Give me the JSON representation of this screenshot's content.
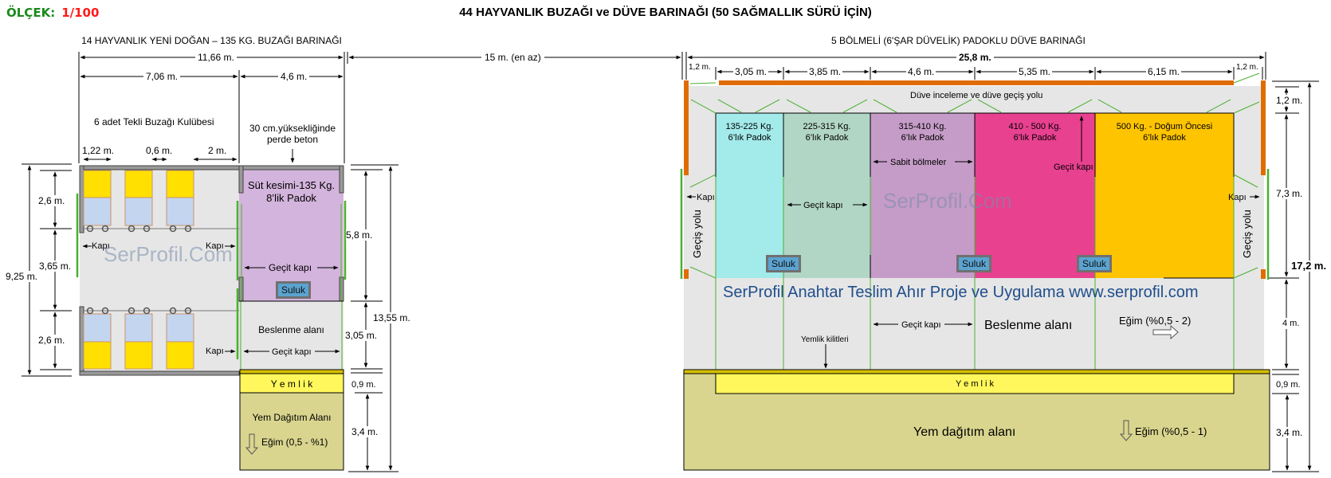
{
  "scale": {
    "label": "ÖLÇEK:",
    "value": "1/100"
  },
  "title": "44 HAYVANLIK BUZAĞI ve DÜVE BARINAĞI (50 SAĞMALLIK SÜRÜ İÇİN)",
  "colors": {
    "wall_orange": "#e06c00",
    "door_green": "#4cb030",
    "wall_grey": "#8c8c8c",
    "floor_grey": "#e6e6e6",
    "hutch_yellow": "#ffe000",
    "hutch_blue": "#c4d5f0",
    "calf_padock": "#d3b4dc",
    "padock1": "#a3eaea",
    "padock2": "#b2d6c6",
    "padock3": "#c59cc7",
    "padock4": "#e84190",
    "padock5": "#ffc400",
    "yemlik": "#fff75c",
    "feed_area": "#d9d58e",
    "suluk": "#5ba3d0"
  },
  "calf_barn": {
    "title": "14 HAYVANLIK YENİ DOĞAN – 135 KG. BUZAĞI BARINAĞI",
    "dim_total_width": "11,66 m.",
    "dim_hutch_section": "7,06 m.",
    "dim_padock_section": "4,6 m.",
    "hutch_label": "6 adet Tekli Buzağı Kulübesi",
    "wall_note": "30 cm.yüksekliğinde perde beton",
    "dim_hutch_width": "1,22 m.",
    "dim_hutch_gap": "0,6 m.",
    "dim_aisle": "2 m.",
    "dim_hutch_depth_top": "2,6 m.",
    "dim_middle_aisle": "3,65 m.",
    "dim_hutch_depth_bottom": "2,6 m.",
    "dim_total_depth": "9,25 m.",
    "door_left": "Kapı",
    "door_right_top": "Kapı",
    "door_right_bottom": "Kapı",
    "padock_label": "Süt kesimi-135 Kg. 8’lik Padok",
    "padock_gate": "Geçit kapı",
    "suluk": "Suluk",
    "feeding_label": "Beslenme alanı",
    "feeding_gate": "Geçit kapı",
    "yemlik": "Y e m l i k",
    "feed_area": "Yem Dağıtım Alanı",
    "slope": "Eğim (0,5 - %1)",
    "dim_padock_depth": "5,8 m.",
    "dim_feeding_depth": "3,05 m.",
    "dim_yemlik_depth": "0,9 m.",
    "dim_feed_area_depth": "3,4 m.",
    "dim_total_length": "13,55 m.",
    "watermark": "SerProfil.Com"
  },
  "spacing": {
    "dim_between": "15 m. (en az)"
  },
  "heifer_barn": {
    "title": "5 BÖLMELİ (6'ŞAR DÜVELİK) PADOKLU DÜVE BARINAĞI",
    "dim_total_width": "25,8 m.",
    "dim_left_margin": "1,2 m.",
    "dim_right_margin": "1,2 m.",
    "widths": [
      "3,05 m.",
      "3,85 m.",
      "4,6 m.",
      "5,35 m.",
      "6,15 m."
    ],
    "inspection_lane": "Düve inceleme ve düve geçiş yolu",
    "padocks": [
      {
        "weight": "135-225 Kg.",
        "label": "6’lık Padok"
      },
      {
        "weight": "225-315 Kg.",
        "label": "6’lık Padok"
      },
      {
        "weight": "315-410 Kg.",
        "label": "6’lık Padok"
      },
      {
        "weight": "410 - 500 Kg.",
        "label": "6’lık Padok"
      },
      {
        "weight": "500 Kg. - Doğum Öncesi",
        "label": "6’lık Padok"
      }
    ],
    "fixed_partitions": "Sabit bölmeler",
    "gate_top": "Geçit kapı",
    "gate_mid": "Geçit kapı",
    "gate_feeding": "Geçit kapı",
    "side_lane_left": "Geçiş yolu",
    "side_lane_right": "Geçiş yolu",
    "door_left": "Kapı",
    "door_right": "Kapı",
    "suluk": [
      "Suluk",
      "Suluk",
      "Suluk"
    ],
    "banner": "SerProfil Anahtar Teslim Ahır Proje ve Uygulama www.serprofil.com",
    "feeding_label": "Beslenme alanı",
    "headlocks": "Yemlik kilitleri",
    "slope_feeding": "Eğim (%0,5 - 2)",
    "yemlik": "Y e m l i k",
    "feed_area": "Yem dağıtım alanı",
    "slope_feed": "Eğim (%0,5 - 1)",
    "dim_lane_depth": "1,2 m.",
    "dim_padock_depth": "7,3 m.",
    "dim_feeding_depth": "4 m.",
    "dim_yemlik_depth": "0,9 m.",
    "dim_feed_area_depth": "3,4 m.",
    "dim_total_length": "17,2 m.",
    "watermark": "SerProfil.Com"
  }
}
